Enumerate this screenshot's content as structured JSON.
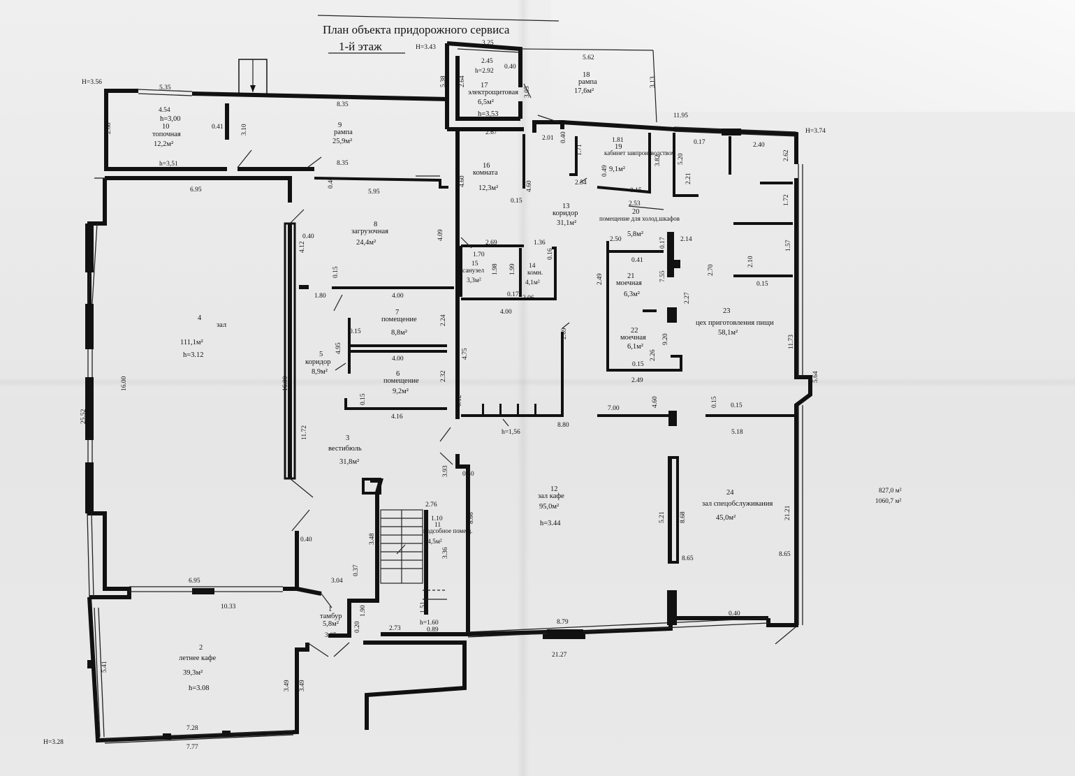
{
  "title": "План объекта придорожного сервиса",
  "subtitle": "1-й этаж",
  "totals": [
    "827,0 м²",
    "1060,7 м²"
  ],
  "rooms": [
    {
      "id": "1",
      "name": "тамбур",
      "area": "5,8м²"
    },
    {
      "id": "2",
      "name": "летнее кафе",
      "area": "39,3м²",
      "height": "h=3.08"
    },
    {
      "id": "3",
      "name": "вестибюль",
      "area": "31,8м²"
    },
    {
      "id": "4",
      "name": "зал",
      "area": "111,1м²",
      "height": "h=3.12"
    },
    {
      "id": "5",
      "name": "коридор",
      "area": "8,9м²"
    },
    {
      "id": "6",
      "name": "помещение",
      "area": "9,2м²"
    },
    {
      "id": "7",
      "name": "помещение",
      "area": "8,8м²"
    },
    {
      "id": "8",
      "name": "загрузочная",
      "area": "24,4м²"
    },
    {
      "id": "9",
      "name": "рампа",
      "area": "25,9м²"
    },
    {
      "id": "10",
      "name": "топочная",
      "area": "12,2м²",
      "height": "h=3,00"
    },
    {
      "id": "11",
      "name": "подсобное помещ.",
      "area": "4,5м²"
    },
    {
      "id": "12",
      "name": "зал кафе",
      "area": "95,0м²",
      "height": "h=3.44"
    },
    {
      "id": "13",
      "name": "коридор",
      "area": "31,1м²"
    },
    {
      "id": "14",
      "name": "комн.",
      "area": "4,1м²"
    },
    {
      "id": "15",
      "name": "санузел",
      "area": "3,3м²"
    },
    {
      "id": "16",
      "name": "комната",
      "area": "12,3м²"
    },
    {
      "id": "17",
      "name": "электрощитовая",
      "area": "6,5м²",
      "height": "h=3,53"
    },
    {
      "id": "18",
      "name": "рампа",
      "area": "17,6м²"
    },
    {
      "id": "19",
      "name": "кабинет завпроизводством",
      "area": "9,1м²"
    },
    {
      "id": "20",
      "name": "помещение для холод.шкафов",
      "area": "5,8м²"
    },
    {
      "id": "21",
      "name": "моечная",
      "area": "6,3м²"
    },
    {
      "id": "22",
      "name": "моечная",
      "area": "6,1м²"
    },
    {
      "id": "23",
      "name": "цех приготовления пищи",
      "area": "58,1м²"
    },
    {
      "id": "24",
      "name": "зал спецобслуживания",
      "area": "45,0м²"
    }
  ],
  "heights": [
    "Н=3.56",
    "Н=3.43",
    "Н=3.74",
    "Н=3.28",
    "h=3,51",
    "h=2.92",
    "h=1,56",
    "h=1.60"
  ],
  "dims": [
    "5.35",
    "4.54",
    "8.35",
    "2.68",
    "0.41",
    "3.10",
    "8.35",
    "6.95",
    "5.95",
    "0.40",
    "0.40",
    "4.12",
    "0.15",
    "1.80",
    "4.00",
    "0.15",
    "4.95",
    "4.00",
    "0.15",
    "4.16",
    "2.24",
    "2.32",
    "16.00",
    "16.00",
    "25.52",
    "11.72",
    "3.93",
    "0.40",
    "0.40",
    "6.95",
    "10.33",
    "3.04",
    "0.37",
    "3.48",
    "3.05",
    "1.90",
    "0.20",
    "2.73",
    "0.89",
    "1.51",
    "2.76",
    "1.10",
    "3.36",
    "5.41",
    "3.49",
    "3.49",
    "7.28",
    "7.77",
    "5.38",
    "3.25",
    "2.45",
    "0.40",
    "2.64",
    "3.05",
    "2.67",
    "4.60",
    "4.60",
    "0.15",
    "4.09",
    "2.69",
    "1.70",
    "1.36",
    "1.98",
    "1.99",
    "0.16",
    "0.17",
    "2.06",
    "4.00",
    "4.75",
    "0.12",
    "8.80",
    "8.66",
    "8.79",
    "21.27",
    "5.62",
    "3.13",
    "11.95",
    "2.01",
    "0.40",
    "1.71",
    "1.81",
    "3.82",
    "2.54",
    "0.49",
    "0.15",
    "2.53",
    "2.50",
    "0.17",
    "2.14",
    "0.41",
    "2.49",
    "7.55",
    "2.27",
    "9.20",
    "2.26",
    "0.15",
    "2.49",
    "2.69",
    "7.00",
    "4.60",
    "0.15",
    "0.15",
    "5.18",
    "5.21",
    "8.68",
    "8.65",
    "0.40",
    "5.20",
    "2.21",
    "0.17",
    "2.40",
    "2.62",
    "1.72",
    "1.57",
    "2.10",
    "0.15",
    "2.70",
    "11.73",
    "5.64",
    "21.21",
    "8.65",
    "0.40"
  ],
  "colors": {
    "ink": "#111111",
    "paper": "#ebebeb"
  }
}
